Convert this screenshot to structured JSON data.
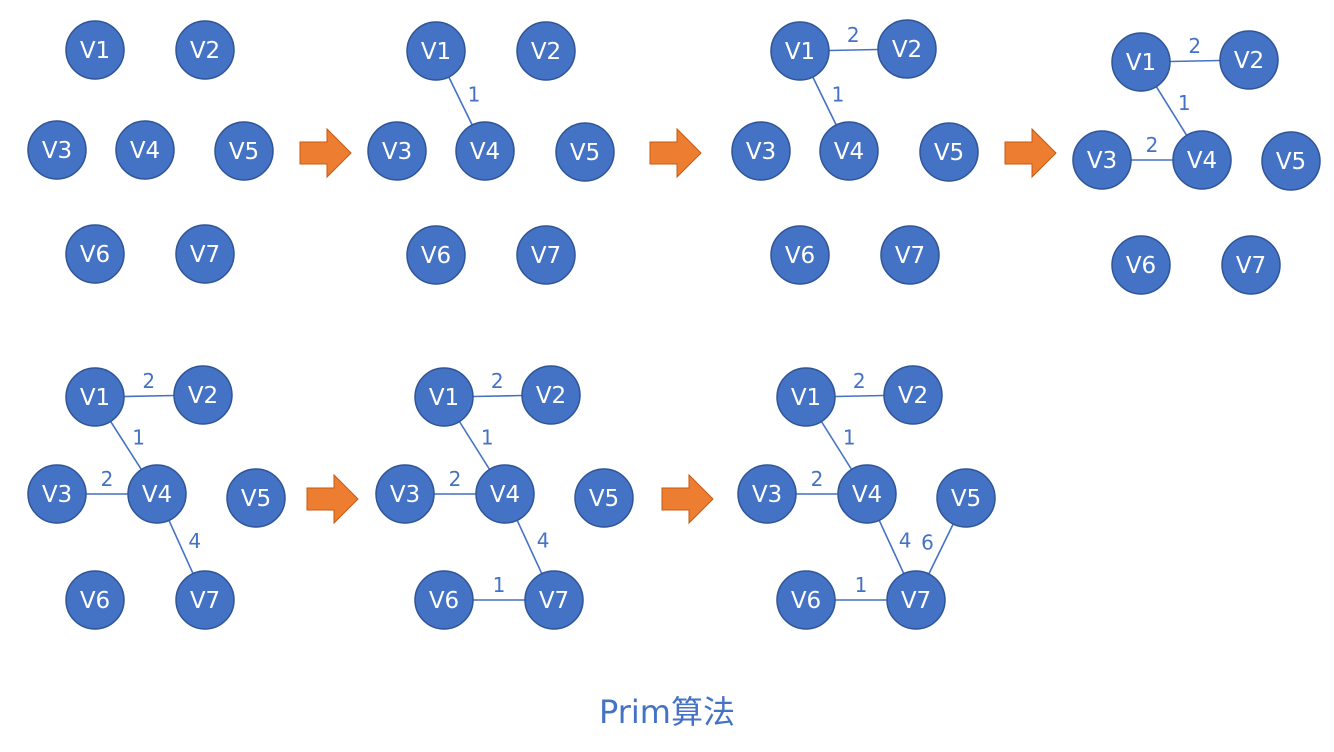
{
  "caption": "Prim算法",
  "colors": {
    "node_fill": "#4472c4",
    "node_stroke": "#2f5597",
    "edge": "#4472c4",
    "weight_text": "#4472c4",
    "arrow_fill": "#ed7d31",
    "caption_text": "#4472c4"
  },
  "nodes": [
    "V1",
    "V2",
    "V3",
    "V4",
    "V5",
    "V6",
    "V7"
  ],
  "steps": [
    {
      "step": 1,
      "edges": []
    },
    {
      "step": 2,
      "edges": [
        {
          "from": "V1",
          "to": "V4",
          "weight": "1"
        }
      ]
    },
    {
      "step": 3,
      "edges": [
        {
          "from": "V1",
          "to": "V4",
          "weight": "1"
        },
        {
          "from": "V1",
          "to": "V2",
          "weight": "2"
        }
      ]
    },
    {
      "step": 4,
      "edges": [
        {
          "from": "V1",
          "to": "V4",
          "weight": "1"
        },
        {
          "from": "V1",
          "to": "V2",
          "weight": "2"
        },
        {
          "from": "V3",
          "to": "V4",
          "weight": "2"
        }
      ]
    },
    {
      "step": 5,
      "edges": [
        {
          "from": "V1",
          "to": "V4",
          "weight": "1"
        },
        {
          "from": "V1",
          "to": "V2",
          "weight": "2"
        },
        {
          "from": "V3",
          "to": "V4",
          "weight": "2"
        },
        {
          "from": "V4",
          "to": "V7",
          "weight": "4"
        }
      ]
    },
    {
      "step": 6,
      "edges": [
        {
          "from": "V1",
          "to": "V4",
          "weight": "1"
        },
        {
          "from": "V1",
          "to": "V2",
          "weight": "2"
        },
        {
          "from": "V3",
          "to": "V4",
          "weight": "2"
        },
        {
          "from": "V4",
          "to": "V7",
          "weight": "4"
        },
        {
          "from": "V6",
          "to": "V7",
          "weight": "1"
        }
      ]
    },
    {
      "step": 7,
      "edges": [
        {
          "from": "V1",
          "to": "V4",
          "weight": "1"
        },
        {
          "from": "V1",
          "to": "V2",
          "weight": "2"
        },
        {
          "from": "V3",
          "to": "V4",
          "weight": "2"
        },
        {
          "from": "V4",
          "to": "V7",
          "weight": "4"
        },
        {
          "from": "V6",
          "to": "V7",
          "weight": "1"
        },
        {
          "from": "V5",
          "to": "V7",
          "weight": "6"
        }
      ]
    }
  ]
}
